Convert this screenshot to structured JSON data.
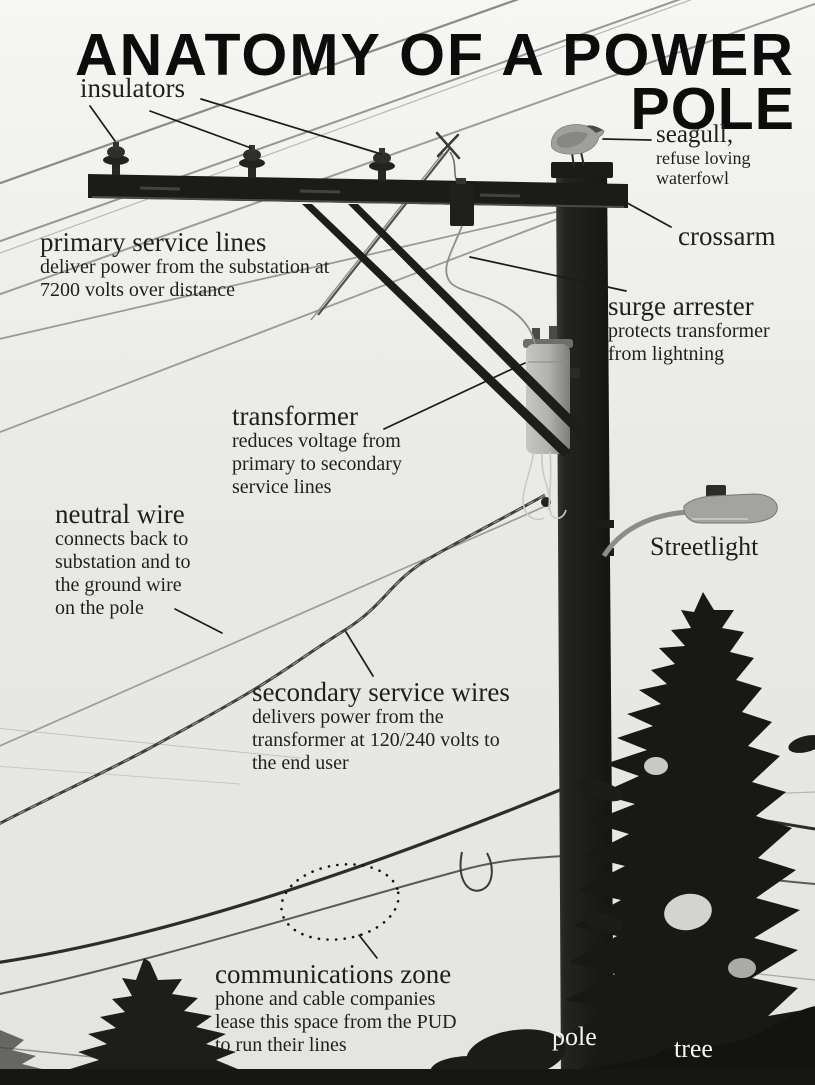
{
  "title": {
    "line1": "ANATOMY OF A POWER",
    "line2": "POLE"
  },
  "annotations": {
    "insulators": {
      "label": "insulators"
    },
    "seagull": {
      "label": "seagull,",
      "desc": [
        "refuse loving",
        "waterfowl"
      ]
    },
    "crossarm": {
      "label": "crossarm"
    },
    "primary_service_lines": {
      "label": "primary service lines",
      "desc": [
        "deliver power from the substation at",
        "7200 volts over distance"
      ]
    },
    "surge_arrester": {
      "label": "surge arrester",
      "desc": [
        "protects transformer",
        "from lightning"
      ]
    },
    "transformer": {
      "label": "transformer",
      "desc": [
        "reduces voltage from",
        "primary to secondary",
        "service lines"
      ]
    },
    "neutral_wire": {
      "label": "neutral wire",
      "desc": [
        "connects back to",
        "substation and to",
        "the ground wire",
        "on the pole"
      ]
    },
    "streetlight": {
      "label": "Streetlight"
    },
    "secondary_service_wires": {
      "label": "secondary service wires",
      "desc": [
        "delivers power from the",
        "transformer at 120/240 volts to",
        "the end user"
      ]
    },
    "communications_zone": {
      "label": "communications zone",
      "desc": [
        "phone and cable companies",
        "lease this space from the PUD",
        "to run their lines"
      ]
    },
    "pole": {
      "label": "pole"
    },
    "tree": {
      "label": "tree"
    }
  },
  "colors": {
    "background": "#ebebe8",
    "ink": "#211f1d",
    "title_ink": "#0c0c0c",
    "pole_dark": "#1a1a18",
    "transformer_gray": "#b2b2b0",
    "light_label": "#f4f4f2"
  },
  "scene": {
    "style": "black-and-white photograph of a utility pole",
    "elements": [
      "power pole",
      "crossarm",
      "insulators",
      "seagull",
      "surge arrester",
      "transformer",
      "streetlight",
      "primary lines",
      "neutral wire",
      "secondary service wires",
      "communication wires",
      "dotted communications-zone ellipse",
      "evergreen trees"
    ]
  }
}
